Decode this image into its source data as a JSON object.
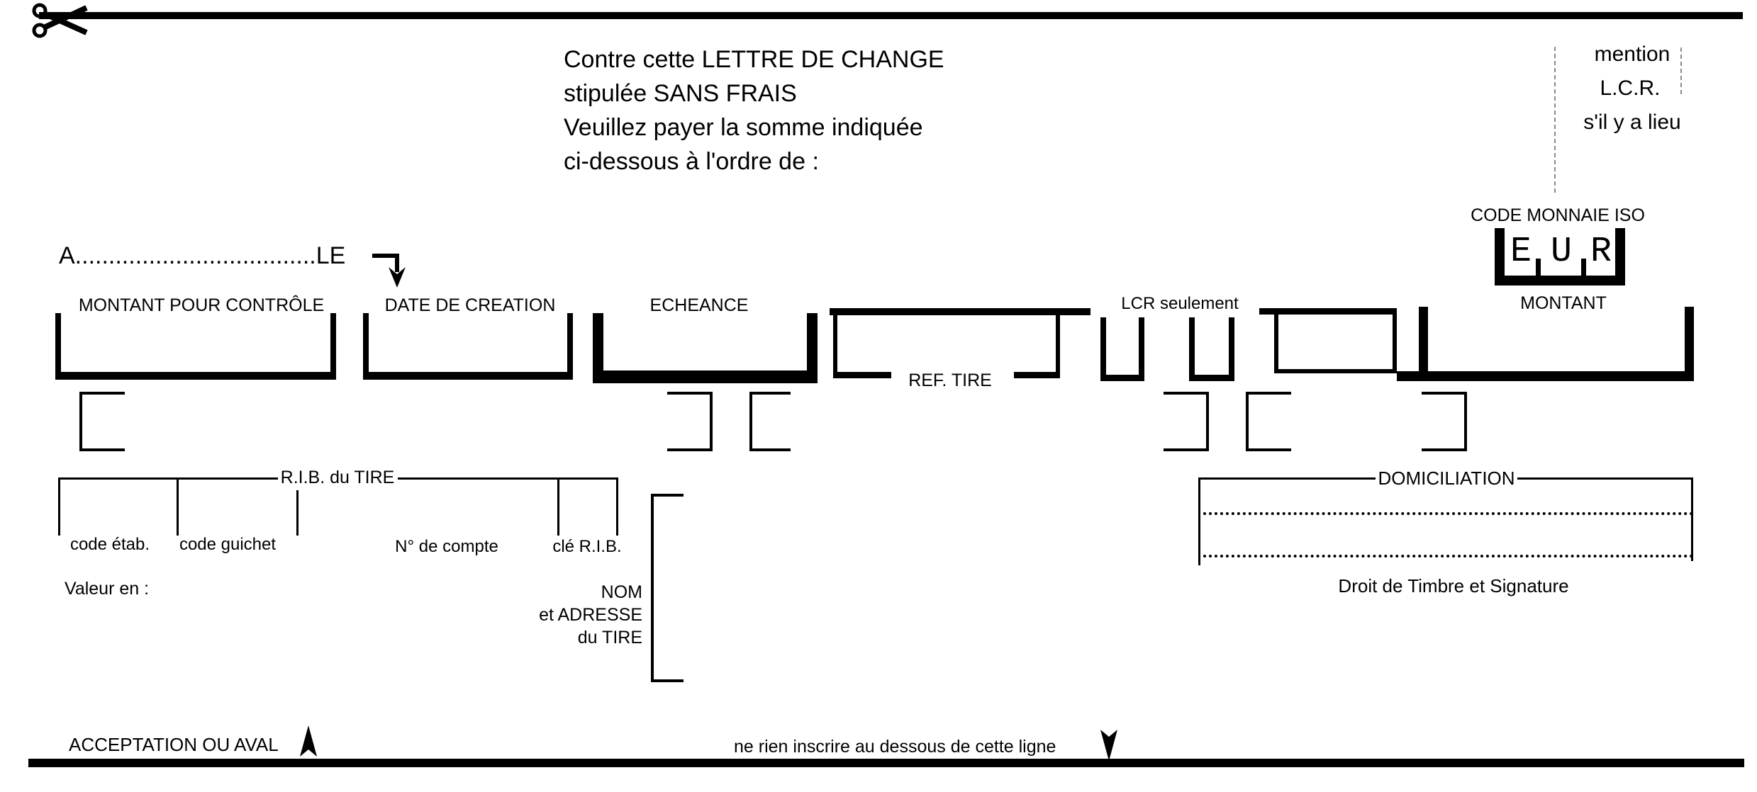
{
  "colors": {
    "ink": "#000000",
    "paper": "#ffffff",
    "dash_gray": "#8a8a8a"
  },
  "header": {
    "instruction_lines": [
      "Contre cette LETTRE DE CHANGE",
      "stipulée SANS FRAIS",
      "Veuillez payer la somme indiquée",
      "ci-dessous à l'ordre de :"
    ],
    "mention_lines": [
      "mention",
      "L.C.R.",
      "s'il y a lieu"
    ]
  },
  "currency": {
    "label": "CODE MONNAIE ISO",
    "letters": [
      "E",
      "U",
      "R"
    ],
    "montant_label": "MONTANT"
  },
  "place_date": {
    "line": "A....................................LE"
  },
  "fields": {
    "montant_pour_controle": "MONTANT POUR CONTRÔLE",
    "date_de_creation": "DATE DE CREATION",
    "echeance": "ECHEANCE",
    "ref_tire": "REF. TIRE",
    "lcr_seulement": "LCR seulement"
  },
  "rib": {
    "title": "R.I.B. du TIRE",
    "code_etab": "code étab.",
    "code_guichet": "code guichet",
    "no_compte": "N° de compte",
    "cle_rib": "clé R.I.B."
  },
  "tire": {
    "valeur_en": "Valeur en :",
    "nom_lines": [
      "NOM",
      "et ADRESSE",
      "du TIRE"
    ]
  },
  "domiciliation": {
    "title": "DOMICILIATION",
    "signature_note": "Droit de Timbre et Signature"
  },
  "footer": {
    "acceptation": "ACCEPTATION OU AVAL",
    "ne_rien": "ne rien inscrire au dessous de cette ligne"
  },
  "icons": {
    "scissors": "scissors-icon",
    "arrow_corner_down": "arrow-corner-down-icon",
    "arrow_up": "arrow-up-icon",
    "arrow_down": "arrow-down-icon"
  }
}
